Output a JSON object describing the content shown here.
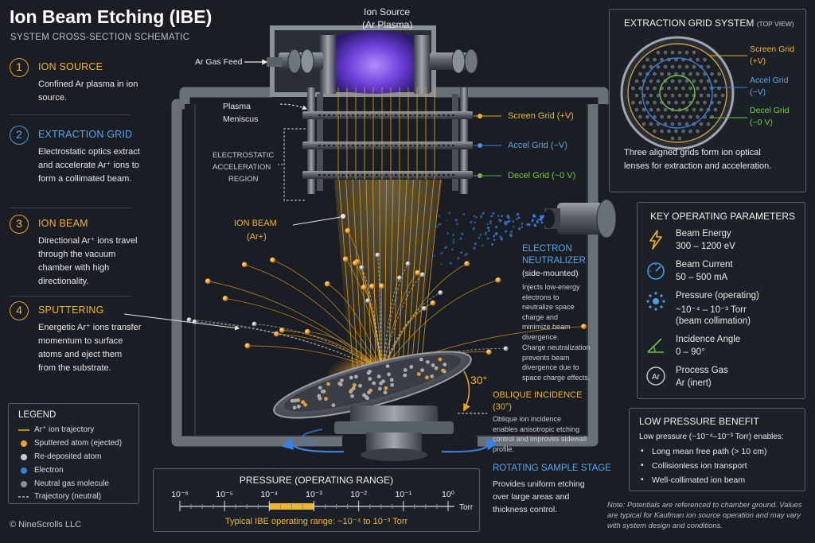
{
  "header": {
    "title": "Ion Beam Etching (IBE)",
    "subtitle": "SYSTEM CROSS-SECTION SCHEMATIC"
  },
  "steps": [
    {
      "num": "1",
      "title": "ION SOURCE",
      "body": "Confined Ar plasma in ion source."
    },
    {
      "num": "2",
      "title": "EXTRACTION GRID",
      "body": "Electrostatic optics extract and accelerate Ar⁺ ions to form a collimated beam."
    },
    {
      "num": "3",
      "title": "ION BEAM",
      "body": "Directional Ar⁺ ions travel through the vacuum chamber with high directionality."
    },
    {
      "num": "4",
      "title": "SPUTTERING",
      "body": "Energetic Ar⁺ ions transfer momentum to surface atoms and eject them from the substrate."
    }
  ],
  "legend": {
    "title": "LEGEND",
    "items": [
      {
        "label": "Ar⁺ ion trajectory",
        "color": "#e8a41c"
      },
      {
        "label": "Sputtered atom (ejected)",
        "color": "#f0a030"
      },
      {
        "label": "Re-deposited atom",
        "color": "#c8cacc"
      },
      {
        "label": "Electron",
        "color": "#3a7fe0"
      },
      {
        "label": "Neutral gas molecule",
        "color": "#8c9096"
      },
      {
        "label": "Trajectory (neutral)",
        "color": "#d8dce0"
      }
    ]
  },
  "copyright": "© NineScrolls LLC",
  "chamber": {
    "ion_source_label": "Ion Source",
    "ion_source_sub": "(Ar Plasma)",
    "gas_feed": "Ar Gas Feed",
    "meniscus_1": "Plasma",
    "meniscus_2": "Meniscus",
    "region_1": "ELECTROSTATIC",
    "region_2": "ACCELERATION",
    "region_3": "REGION",
    "screen_grid": "Screen Grid   (+V)",
    "accel_grid": "Accel Grid   (−V)",
    "decel_grid": "Decel Grid   (~0 V)",
    "ion_beam": "ION BEAM",
    "ion_beam_sub": "(Ar+)",
    "neutralizer_1": "ELECTRON",
    "neutralizer_2": "NEUTRALIZER",
    "neutralizer_sub": "(side-mounted)",
    "neutralizer_desc": "Injects low-energy electrons to neutralize space charge and minimize beam divergence.",
    "neutralizer_desc2": "Charge neutralization prevents beam divergence due to space charge effects.",
    "angle": "30°",
    "oblique_1": "OBLIQUE INCIDENCE",
    "oblique_2": "(30°)",
    "oblique_desc": "Oblique ion incidence enables anisotropic etching control and improves sidewall profile.",
    "stage_title": "ROTATING SAMPLE STAGE",
    "stage_desc": "Provides uniform etching over large areas and thickness control."
  },
  "grid_panel": {
    "title": "EXTRACTION GRID SYSTEM",
    "title_small": "(TOP VIEW)",
    "screen": "Screen Grid",
    "screen_v": "(+V)",
    "accel": "Accel Grid",
    "accel_v": "(−V)",
    "decel": "Decel Grid",
    "decel_v": "(~0 V)",
    "desc": "Three aligned grids form ion optical lenses for extraction and acceleration."
  },
  "params": {
    "title": "KEY OPERATING PARAMETERS",
    "items": [
      {
        "icon": "lightning-icon",
        "name": "Beam Energy",
        "value": "300 – 1200 eV"
      },
      {
        "icon": "gauge-icon",
        "name": "Beam Current",
        "value": "50 – 500 mA"
      },
      {
        "icon": "pressure-icon",
        "name": "Pressure (operating)",
        "value": "~10⁻⁴ – 10⁻³ Torr",
        "value2": "(beam collimation)"
      },
      {
        "icon": "angle-icon",
        "name": "Incidence Angle",
        "value": "0 – 90°"
      },
      {
        "icon": "ar-gas-icon",
        "name": "Process Gas",
        "value": "Ar (inert)",
        "symbol": "Ar"
      }
    ]
  },
  "low_pressure": {
    "title": "LOW PRESSURE BENEFIT",
    "desc": "Low pressure (~10⁻⁴–10⁻³ Torr) enables:",
    "bullets": [
      "Long mean free path (> 10 cm)",
      "Collisionless ion transport",
      "Well-collimated ion beam"
    ]
  },
  "pressure_scale": {
    "title": "PRESSURE (OPERATING RANGE)",
    "ticks": [
      "10⁻⁶",
      "10⁻⁵",
      "10⁻⁴",
      "10⁻³",
      "10⁻²",
      "10⁻¹",
      "10⁰"
    ],
    "unit": "Torr",
    "range_label": "Typical IBE operating range:  ~10⁻⁴ to 10⁻³ Torr",
    "range_exponents": [
      -4,
      -3
    ],
    "scale_exponents": [
      -6,
      0
    ]
  },
  "note": "Note: Potentials are referenced to chamber ground. Values are typical for Kaufman ion source operation and may vary with system design and conditions."
}
